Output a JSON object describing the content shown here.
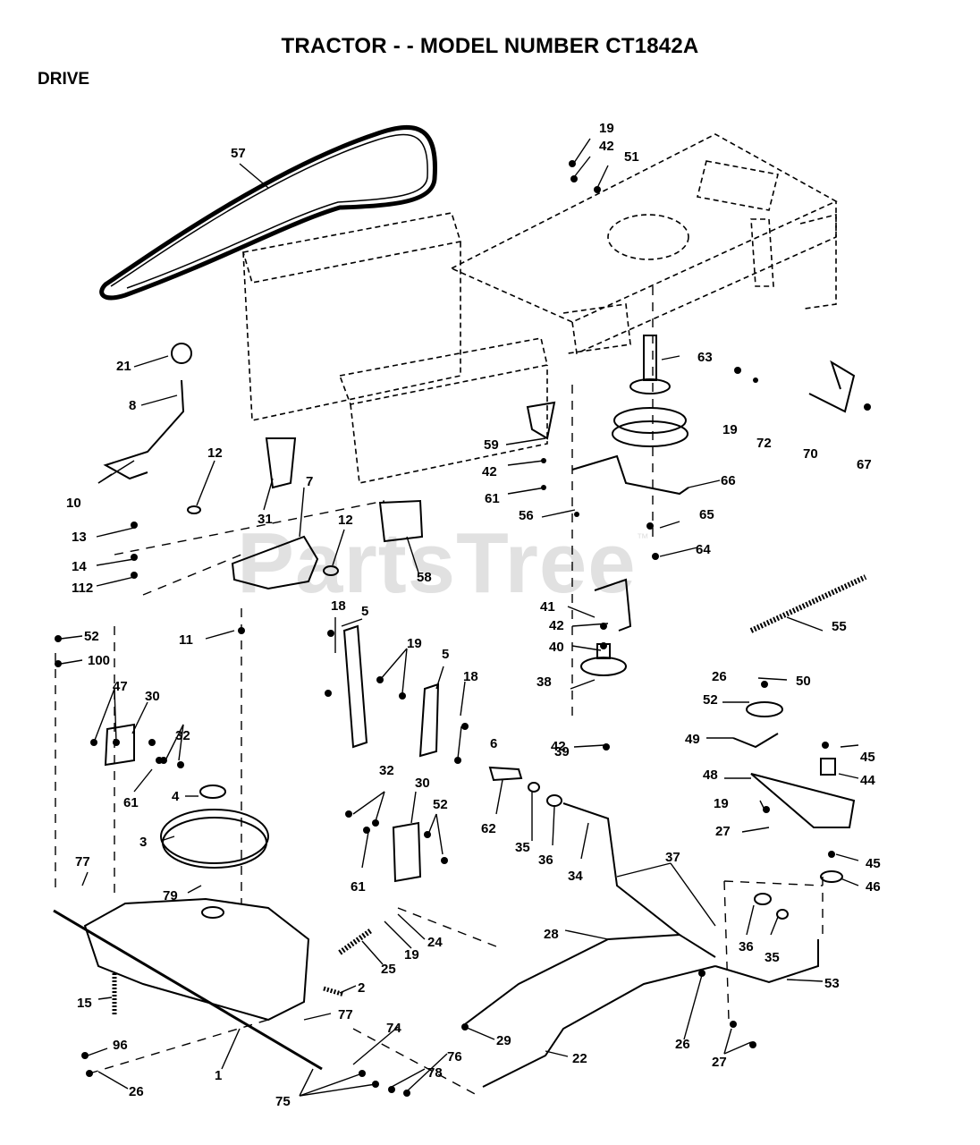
{
  "title": "TRACTOR - - MODEL NUMBER CT1842A",
  "section": "DRIVE",
  "watermark": {
    "text": "PartsTree",
    "mark": "™"
  },
  "callouts": [
    "57",
    "19",
    "42",
    "51",
    "63",
    "21",
    "8",
    "19",
    "72",
    "70",
    "67",
    "12",
    "10",
    "7",
    "31",
    "59",
    "42",
    "61",
    "66",
    "56",
    "65",
    "13",
    "12",
    "14",
    "112",
    "58",
    "64",
    "41",
    "55",
    "42",
    "18",
    "5",
    "19",
    "11",
    "5",
    "40",
    "52",
    "100",
    "18",
    "38",
    "26",
    "50",
    "47",
    "52",
    "30",
    "32",
    "6",
    "42",
    "39",
    "49",
    "45",
    "44",
    "61",
    "48",
    "4",
    "32",
    "30",
    "19",
    "27",
    "52",
    "62",
    "35",
    "36",
    "34",
    "45",
    "3",
    "61",
    "46",
    "77",
    "37",
    "79",
    "24",
    "19",
    "36",
    "35",
    "28",
    "25",
    "53",
    "2",
    "15",
    "77",
    "29",
    "26",
    "96",
    "74",
    "22",
    "78",
    "76",
    "27",
    "26",
    "1",
    "75"
  ]
}
